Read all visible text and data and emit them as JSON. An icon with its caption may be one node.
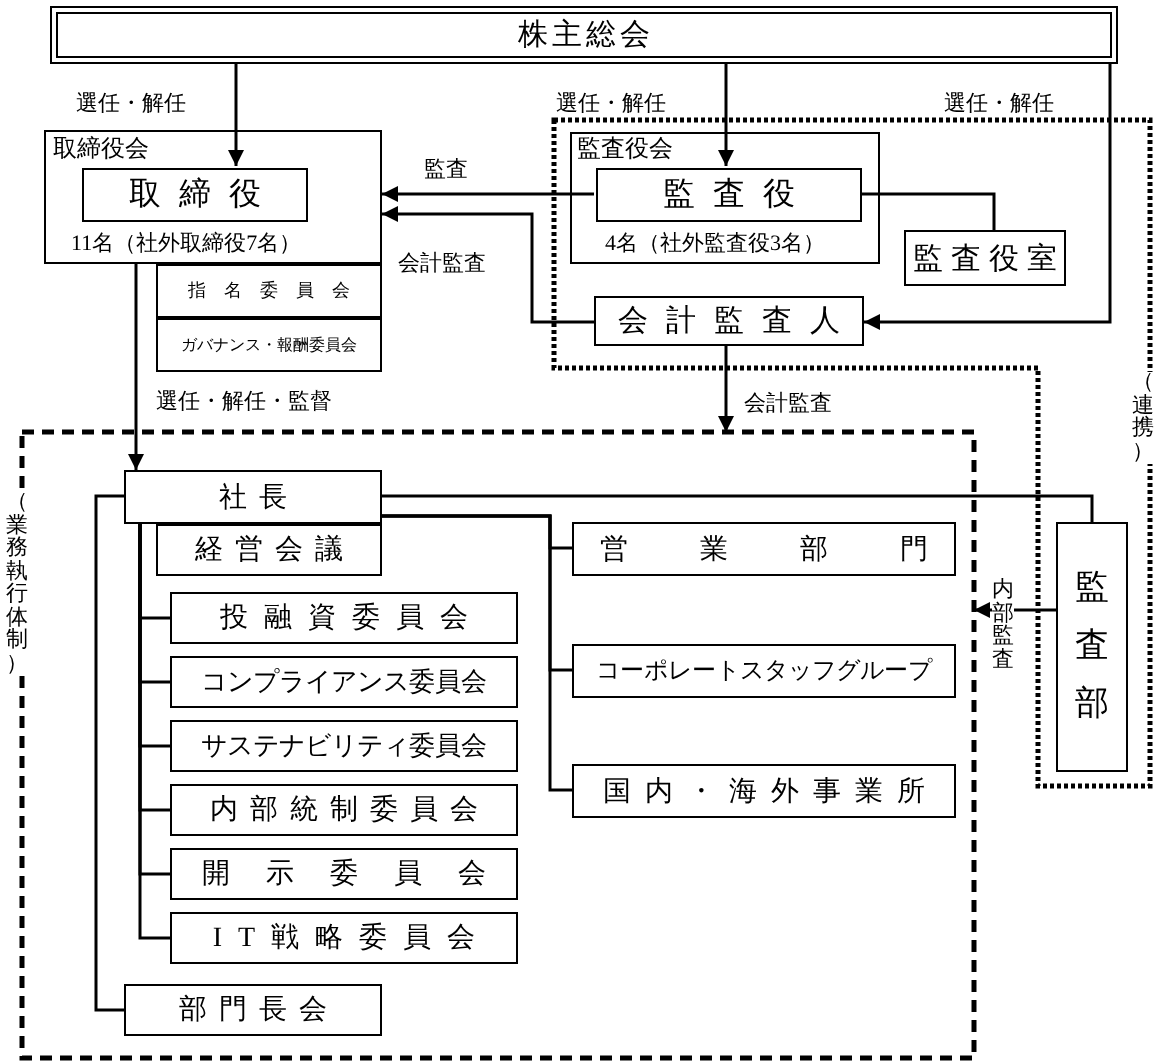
{
  "diagram": {
    "nodes": [
      {
        "text": [
          "株主総会"
        ]
      },
      {
        "text": [
          "取締役会",
          "11名（社外取締役7名）"
        ]
      },
      {
        "text": [
          "取締役"
        ],
        "in": 1
      },
      {
        "text": [
          "指名委員会"
        ]
      },
      {
        "text": [
          "ガバナンス・報酬委員会"
        ]
      },
      {
        "text": [
          "（連携）"
        ]
      },
      {
        "text": [
          "監査役会",
          "4名（社外監査役3名）"
        ],
        "in": 5
      },
      {
        "text": [
          "監査役"
        ],
        "in": 6
      },
      {
        "text": [
          "監査役室"
        ],
        "in": 5
      },
      {
        "text": [
          "会計監査人"
        ],
        "in": 5
      },
      {
        "text": [
          "（業務執行体制）"
        ]
      },
      {
        "text": [
          "社長"
        ],
        "in": 10
      },
      {
        "text": [
          "経営会議"
        ],
        "in": 10
      },
      {
        "text": [
          "投融資委員会"
        ],
        "in": 10
      },
      {
        "text": [
          "コンプライアンス委員会"
        ],
        "in": 10
      },
      {
        "text": [
          "サステナビリティ委員会"
        ],
        "in": 10
      },
      {
        "text": [
          "内部統制委員会"
        ],
        "in": 10
      },
      {
        "text": [
          "開示委員会"
        ],
        "in": 10
      },
      {
        "text": [
          "IT戦略委員会"
        ],
        "in": 10
      },
      {
        "text": [
          "部門長会"
        ],
        "in": 10
      },
      {
        "text": [
          "営業部門"
        ],
        "in": 10
      },
      {
        "text": [
          "コーポレートスタッフグループ"
        ],
        "in": 10
      },
      {
        "text": [
          "国内・海外事業所"
        ],
        "in": 10
      },
      {
        "text": [
          "監査部"
        ],
        "in": 5
      }
    ],
    "edges": [
      {
        "from": 0,
        "to": 2,
        "arrow": "to",
        "label": "選任・解任"
      },
      {
        "from": 0,
        "to": 7,
        "arrow": "to",
        "label": "選任・解任"
      },
      {
        "from": 0,
        "to": 9,
        "arrow": "to",
        "label": "選任・解任"
      },
      {
        "from": 7,
        "to": 1,
        "arrow": "to",
        "label": "監査"
      },
      {
        "from": 9,
        "to": 1,
        "arrow": "to",
        "label": "会計監査"
      },
      {
        "from": 1,
        "to": 11,
        "arrow": "to",
        "label": "選任・解任・監督"
      },
      {
        "from": 9,
        "to": 10,
        "arrow": "to",
        "label": "会計監査"
      },
      {
        "from": 7,
        "to": 8,
        "arrow": "none"
      },
      {
        "from": 23,
        "to": 10,
        "arrow": "to",
        "label": "内部監査"
      },
      {
        "from": 11,
        "to": 23,
        "arrow": "none"
      },
      {
        "from": 11,
        "to": 20,
        "arrow": "none"
      },
      {
        "from": 11,
        "to": 21,
        "arrow": "none"
      },
      {
        "from": 11,
        "to": 22,
        "arrow": "none"
      },
      {
        "from": 11,
        "to": 13,
        "arrow": "none"
      },
      {
        "from": 11,
        "to": 14,
        "arrow": "none"
      },
      {
        "from": 11,
        "to": 15,
        "arrow": "none"
      },
      {
        "from": 11,
        "to": 16,
        "arrow": "none"
      },
      {
        "from": 11,
        "to": 17,
        "arrow": "none"
      },
      {
        "from": 11,
        "to": 18,
        "arrow": "none"
      },
      {
        "from": 11,
        "to": 19,
        "arrow": "none"
      }
    ]
  }
}
